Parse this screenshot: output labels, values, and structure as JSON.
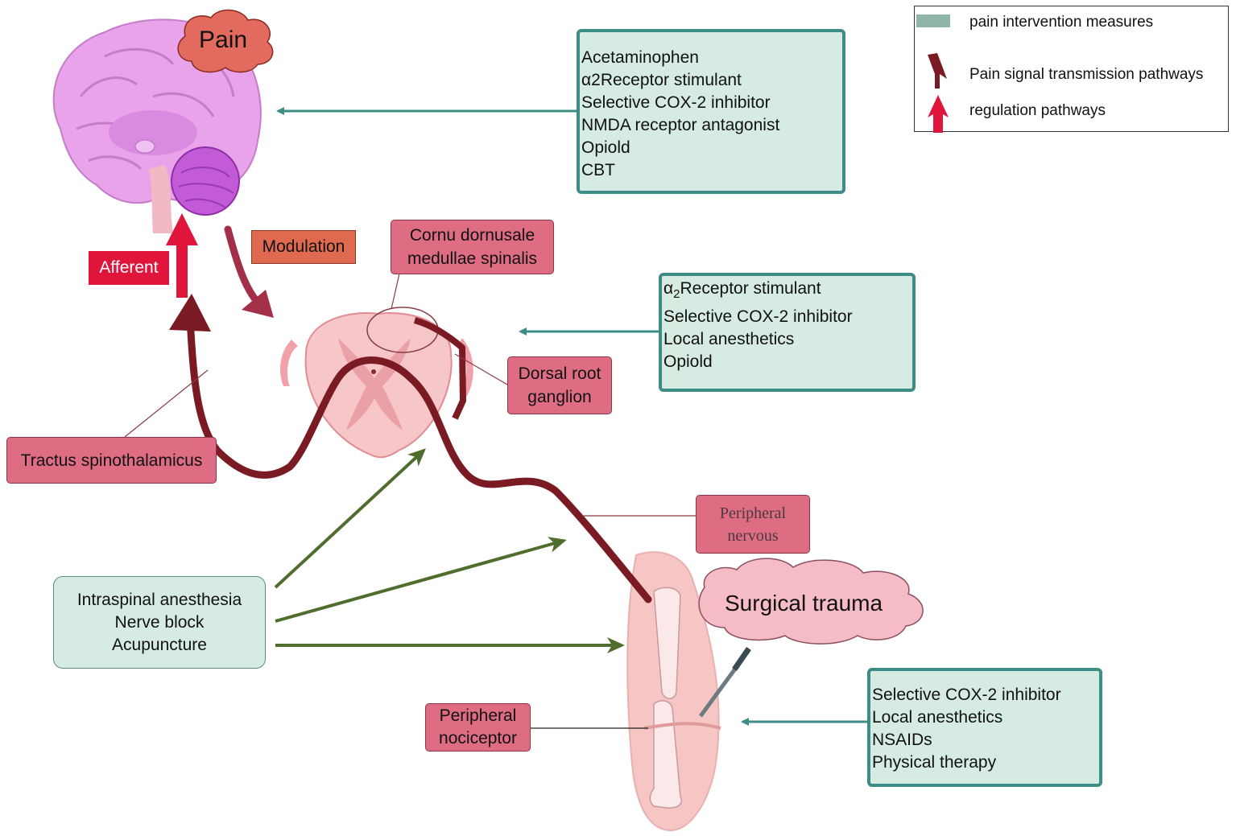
{
  "legend": {
    "items": [
      {
        "label": "pain intervention measures",
        "color": "#8fb5a7"
      },
      {
        "label": "Pain signal transmission pathways",
        "color": "#7a1a22"
      },
      {
        "label": "regulation pathways",
        "color": "#e0153c"
      }
    ]
  },
  "brain_label": "Pain",
  "trauma_label": "Surgical trauma",
  "pathway_labels": {
    "afferent": "Afferent",
    "modulation": "Modulation"
  },
  "anatomy_labels": {
    "cornu": [
      "Cornu dornusale",
      "medullae spinalis"
    ],
    "drg": [
      "Dorsal root",
      "ganglion"
    ],
    "tractus": "Tractus spinothalamicus",
    "peripheral_nervous": [
      "Peripheral",
      "nervous"
    ],
    "peripheral_nociceptor": [
      "Peripheral",
      "nociceptor"
    ]
  },
  "interventions": {
    "brain": [
      "Acetaminophen",
      "α2Receptor stimulant",
      "Selective COX-2 inhibitor",
      "NMDA receptor antagonist",
      "Opiold",
      "CBT"
    ],
    "spinal": {
      "alpha_prefix": "α",
      "alpha_sub": "2",
      "alpha_rest": "Receptor stimulant",
      "others": [
        "Selective COX-2 inhibitor",
        "Local anesthetics",
        "Opiold"
      ]
    },
    "peripheral": [
      "Selective COX-2 inhibitor",
      "Local anesthetics",
      "NSAIDs",
      "Physical therapy"
    ],
    "regional": [
      "Intraspinal anesthesia",
      "Nerve block",
      "Acupuncture"
    ]
  },
  "colors": {
    "teal_box": "#d6ebe2",
    "teal_border": "#3e8c86",
    "pink_label": "#de6d84",
    "pain_path": "#7a1a22",
    "regulation": "#e0153c",
    "green_arrow": "#4f6e2e"
  }
}
